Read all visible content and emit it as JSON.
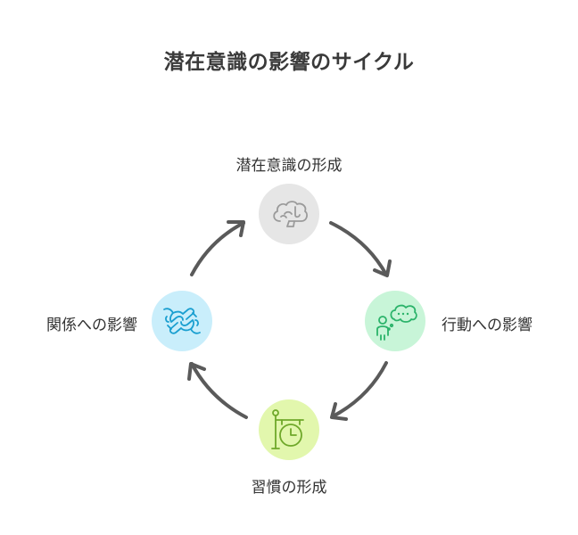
{
  "title": "潜在意識の影響のサイクル",
  "nodes": {
    "top": {
      "label": "潜在意識の形成",
      "icon": "brain-icon",
      "color": "#e6e6e6"
    },
    "right": {
      "label": "行動への影響",
      "icon": "person-thought-icon",
      "color": "#c8f5d8"
    },
    "bottom": {
      "label": "習慣の形成",
      "icon": "hanging-clock-sign-icon",
      "color": "#e2f7ad"
    },
    "left": {
      "label": "関係への影響",
      "icon": "handshake-icon",
      "color": "#c9eefb"
    }
  },
  "arrow_color": "#5a5a5a"
}
